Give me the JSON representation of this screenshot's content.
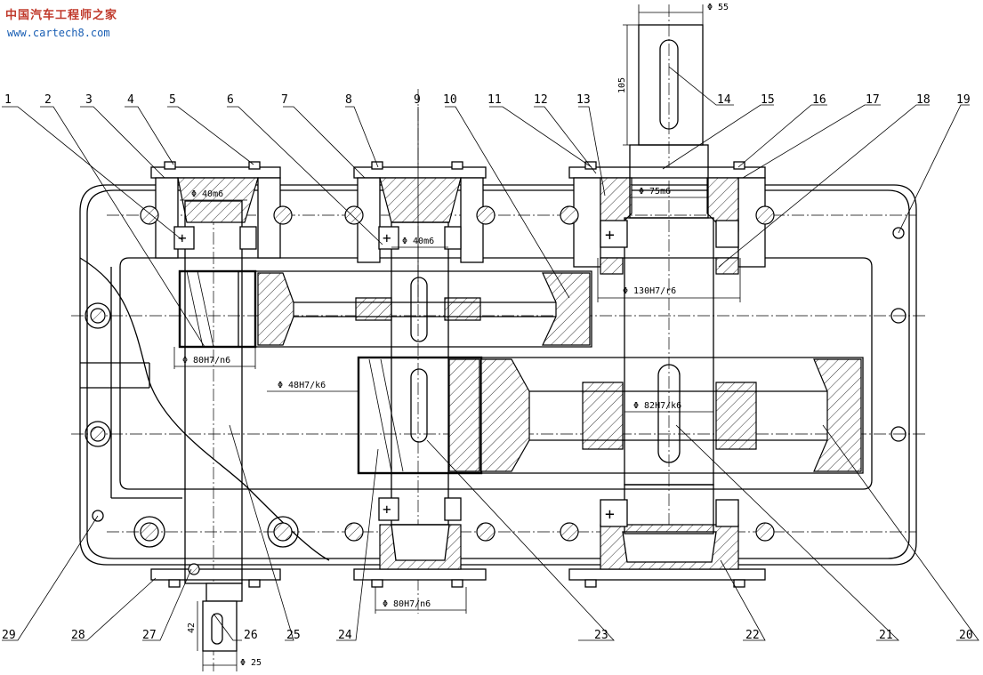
{
  "watermark": {
    "title": "中国汽车工程师之家",
    "url": "www.cartech8.com"
  },
  "part_numbers_top": [
    "1",
    "2",
    "3",
    "4",
    "5",
    "6",
    "7",
    "8",
    "9",
    "10",
    "11",
    "12",
    "13",
    "14",
    "15",
    "16",
    "17",
    "18",
    "19"
  ],
  "part_numbers_bottom": [
    "29",
    "28",
    "27",
    "26",
    "25",
    "24",
    "23",
    "22",
    "21",
    "20"
  ],
  "dimensions": {
    "output_shaft_dia": "Φ 55",
    "output_shaft_len": "105",
    "bearing_seat_output": "Φ 75m6",
    "bearing_seat_input": "Φ 40m6",
    "bearing_seat_mid": "Φ 40m6",
    "output_gear_fit": "Φ 130H7/r6",
    "input_gear_fit": "Φ 80H7/n6",
    "mid_gear_fit": "Φ 48H7/k6",
    "output_gear2_fit": "Φ 82H7/k6",
    "mid_bottom_fit": "Φ 80H7/n6",
    "input_shaft_len": "42",
    "input_shaft_dia": "Φ 25"
  }
}
